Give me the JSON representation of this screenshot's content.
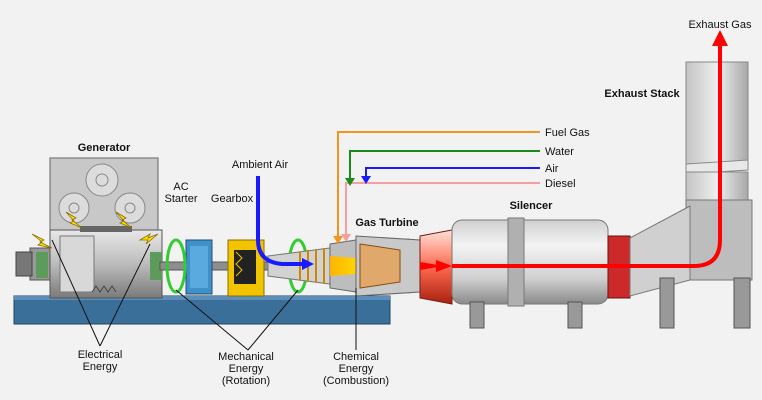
{
  "labels": {
    "generator": "Generator",
    "ac_starter_1": "AC",
    "ac_starter_2": "Starter",
    "gearbox": "Gearbox",
    "ambient_air": "Ambient Air",
    "gas_turbine": "Gas Turbine",
    "silencer": "Silencer",
    "exhaust_stack": "Exhaust Stack",
    "exhaust_gas": "Exhaust Gas",
    "electrical_1": "Electrical",
    "electrical_2": "Energy",
    "mechanical_1": "Mechanical",
    "mechanical_2": "Energy",
    "mechanical_3": "(Rotation)",
    "chemical_1": "Chemical",
    "chemical_2": "Energy",
    "chemical_3": "(Combustion)"
  },
  "supply_lines": [
    {
      "label": "Fuel Gas",
      "color": "#f7941d"
    },
    {
      "label": "Water",
      "color": "#1a8a1a"
    },
    {
      "label": "Air",
      "color": "#1a1aff"
    },
    {
      "label": "Diesel",
      "color": "#f4a0a0"
    }
  ],
  "colors": {
    "exhaust_flow": "#ff0000",
    "air_intake": "#1a1aff",
    "rotation": "#33cc33",
    "base": "#3a6f9a"
  }
}
